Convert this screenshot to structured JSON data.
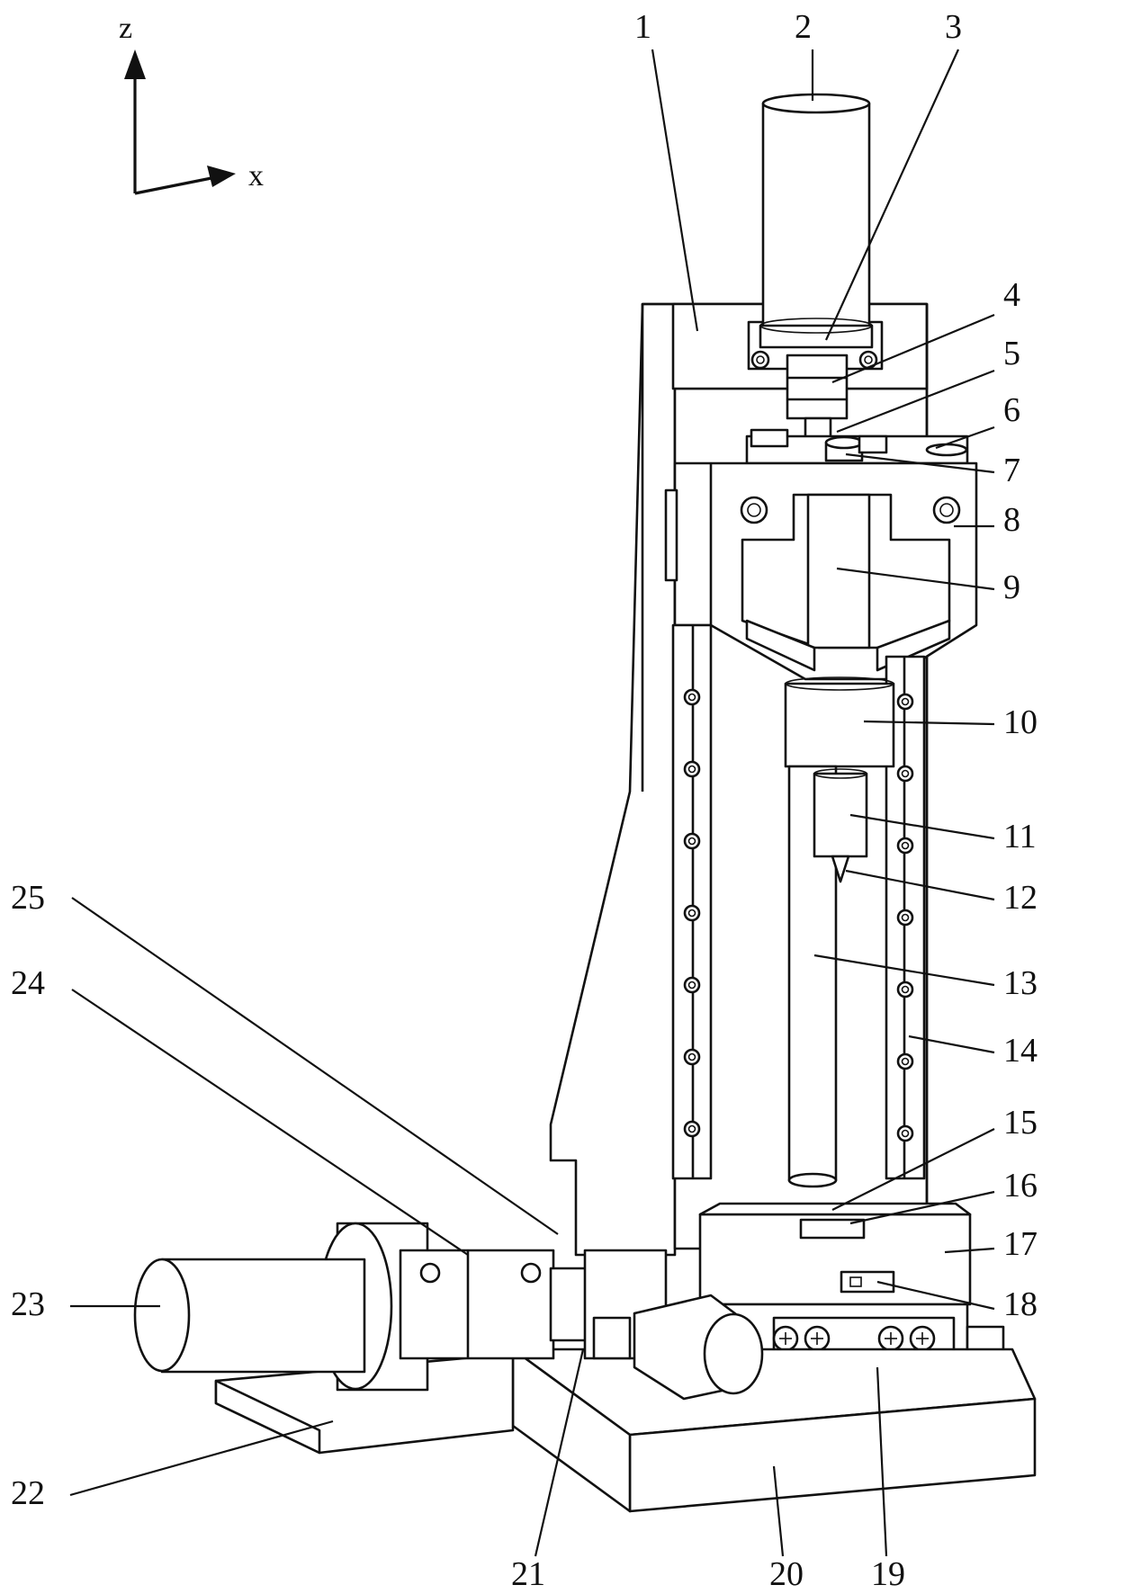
{
  "axes": {
    "z": "z",
    "x": "x"
  },
  "labels": [
    "1",
    "2",
    "3",
    "4",
    "5",
    "6",
    "7",
    "8",
    "9",
    "10",
    "11",
    "12",
    "13",
    "14",
    "15",
    "16",
    "17",
    "18",
    "19",
    "20",
    "21",
    "22",
    "23",
    "24",
    "25"
  ]
}
